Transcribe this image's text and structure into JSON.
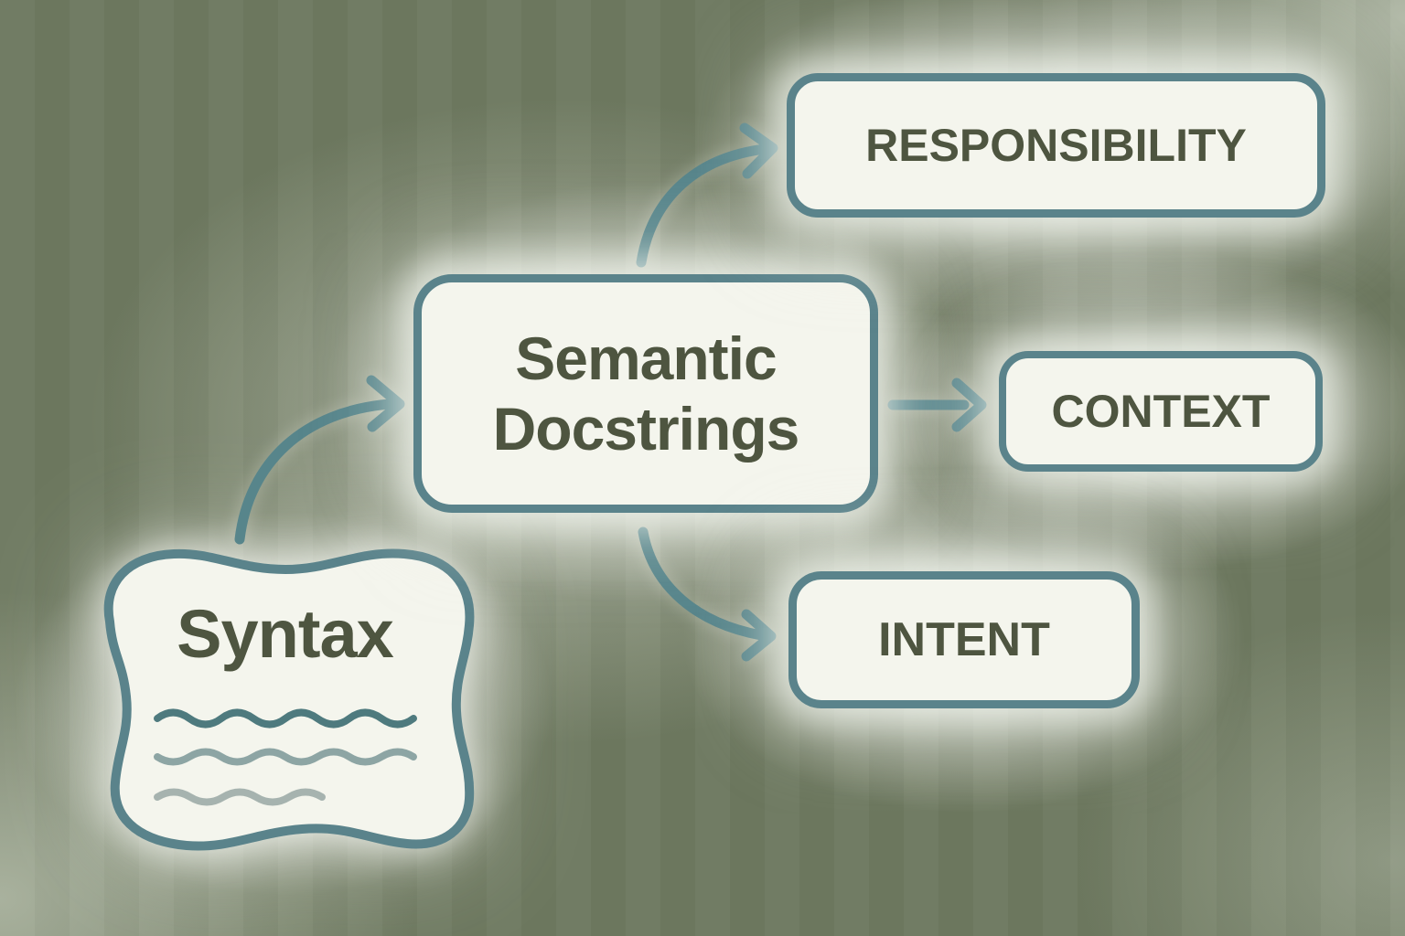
{
  "diagram": {
    "type": "mind-map",
    "style": "hand-drawn",
    "nodes": {
      "syntax": {
        "label": "Syntax",
        "shape": "wavy-blob",
        "decoration": "three-wavy-scribble-lines"
      },
      "semantic_docstrings": {
        "label": "Semantic\nDocstrings",
        "shape": "rounded-rectangle"
      },
      "responsibility": {
        "label": "RESPONSIBILITY",
        "shape": "rounded-rectangle"
      },
      "context": {
        "label": "CONTEXT",
        "shape": "rounded-rectangle"
      },
      "intent": {
        "label": "INTENT",
        "shape": "rounded-rectangle"
      }
    },
    "edges": [
      {
        "from": "syntax",
        "to": "semantic_docstrings",
        "style": "curved-arrow"
      },
      {
        "from": "semantic_docstrings",
        "to": "responsibility",
        "style": "curved-arrow"
      },
      {
        "from": "semantic_docstrings",
        "to": "context",
        "style": "straight-arrow"
      },
      {
        "from": "semantic_docstrings",
        "to": "intent",
        "style": "curved-arrow"
      }
    ],
    "colors": {
      "background_olive": "#6e7960",
      "background_light_sage": "#b2bba9",
      "node_fill": "#f4f5ed",
      "node_border_teal": "#5a838b",
      "text_olive": "#4e5540",
      "arrow_teal": "#57858b",
      "scribble_line_1": "#4e7a7e",
      "scribble_line_2": "#8da5a4",
      "scribble_line_3": "#a6b3af"
    }
  }
}
